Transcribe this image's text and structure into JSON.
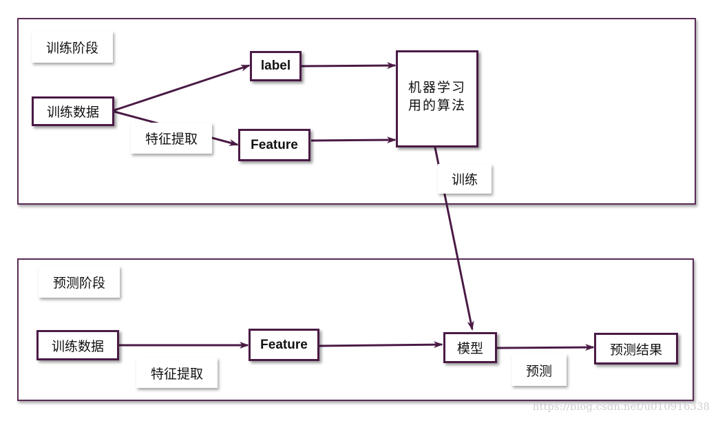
{
  "training_stage": {
    "title": "训练阶段",
    "training_data": "训练数据",
    "label": "label",
    "feature_extraction": "特征提取",
    "feature": "Feature",
    "algorithm_line1": "机器学习",
    "algorithm_line2": "用的算法",
    "train_edge": "训练"
  },
  "prediction_stage": {
    "title": "预测阶段",
    "training_data": "训练数据",
    "feature_extraction": "特征提取",
    "feature": "Feature",
    "model": "模型",
    "predict_edge": "预测",
    "result": "预测结果"
  },
  "colors": {
    "border": "#4a1a45",
    "arrow": "#4a1a45"
  },
  "watermark": "https://blog.csdn.net/u010916338"
}
